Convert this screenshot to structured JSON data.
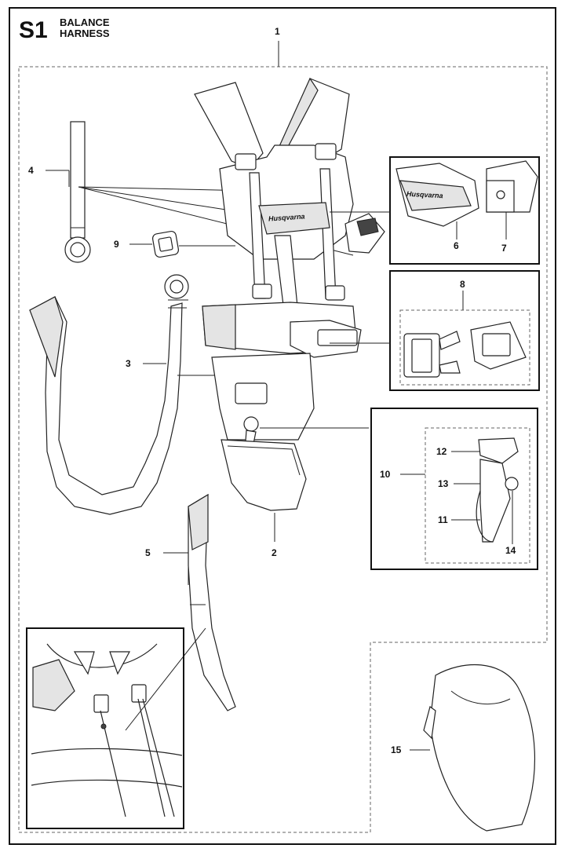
{
  "header": {
    "code": "S1",
    "title_line1": "BALANCE",
    "title_line2": "HARNESS"
  },
  "brand": {
    "logo_text": "Husqvarna"
  },
  "callouts": {
    "c1": "1",
    "c2": "2",
    "c3": "3",
    "c4": "4",
    "c5": "5",
    "c6": "6",
    "c7": "7",
    "c8": "8",
    "c9": "9",
    "c10": "10",
    "c11": "11",
    "c12": "12",
    "c13": "13",
    "c14": "14",
    "c15": "15"
  }
}
